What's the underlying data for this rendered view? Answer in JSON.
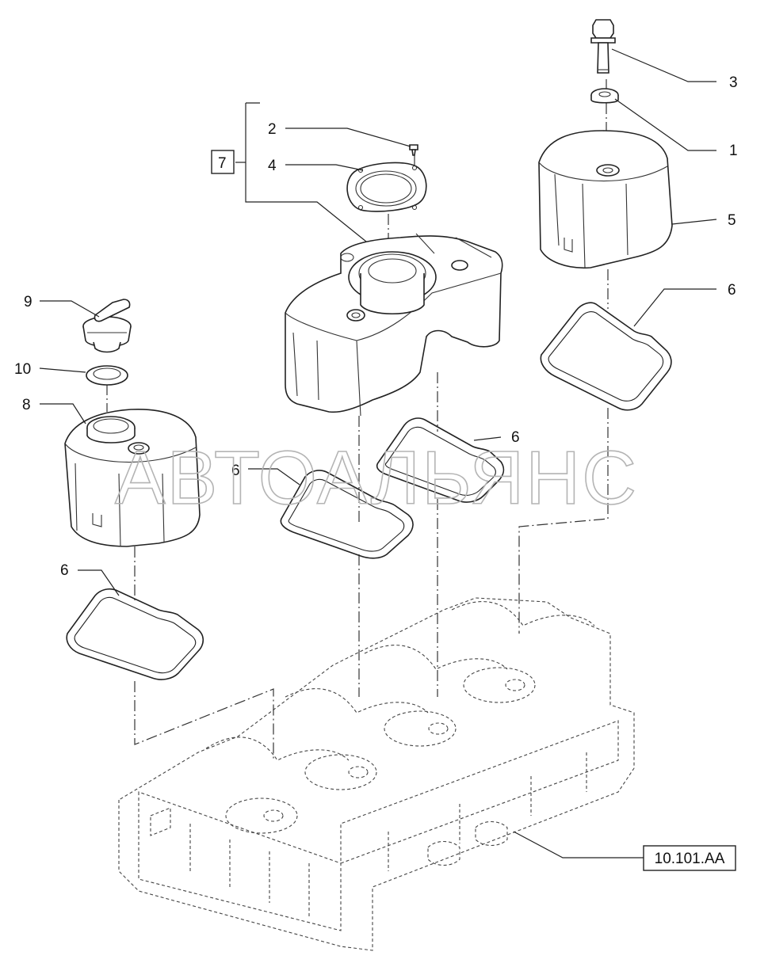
{
  "callouts": [
    {
      "id": "c1",
      "label": "1"
    },
    {
      "id": "c2",
      "label": "2"
    },
    {
      "id": "c3",
      "label": "3"
    },
    {
      "id": "c4",
      "label": "4"
    },
    {
      "id": "c5",
      "label": "5"
    },
    {
      "id": "c6a",
      "label": "6"
    },
    {
      "id": "c6b",
      "label": "6"
    },
    {
      "id": "c6c",
      "label": "6"
    },
    {
      "id": "c6d",
      "label": "6"
    },
    {
      "id": "c7",
      "label": "7"
    },
    {
      "id": "c8",
      "label": "8"
    },
    {
      "id": "c9",
      "label": "9"
    },
    {
      "id": "c10",
      "label": "10"
    }
  ],
  "reference_box": {
    "label": "10.101.AA"
  },
  "watermark": {
    "text": "АВТОАЛЬЯНС"
  }
}
